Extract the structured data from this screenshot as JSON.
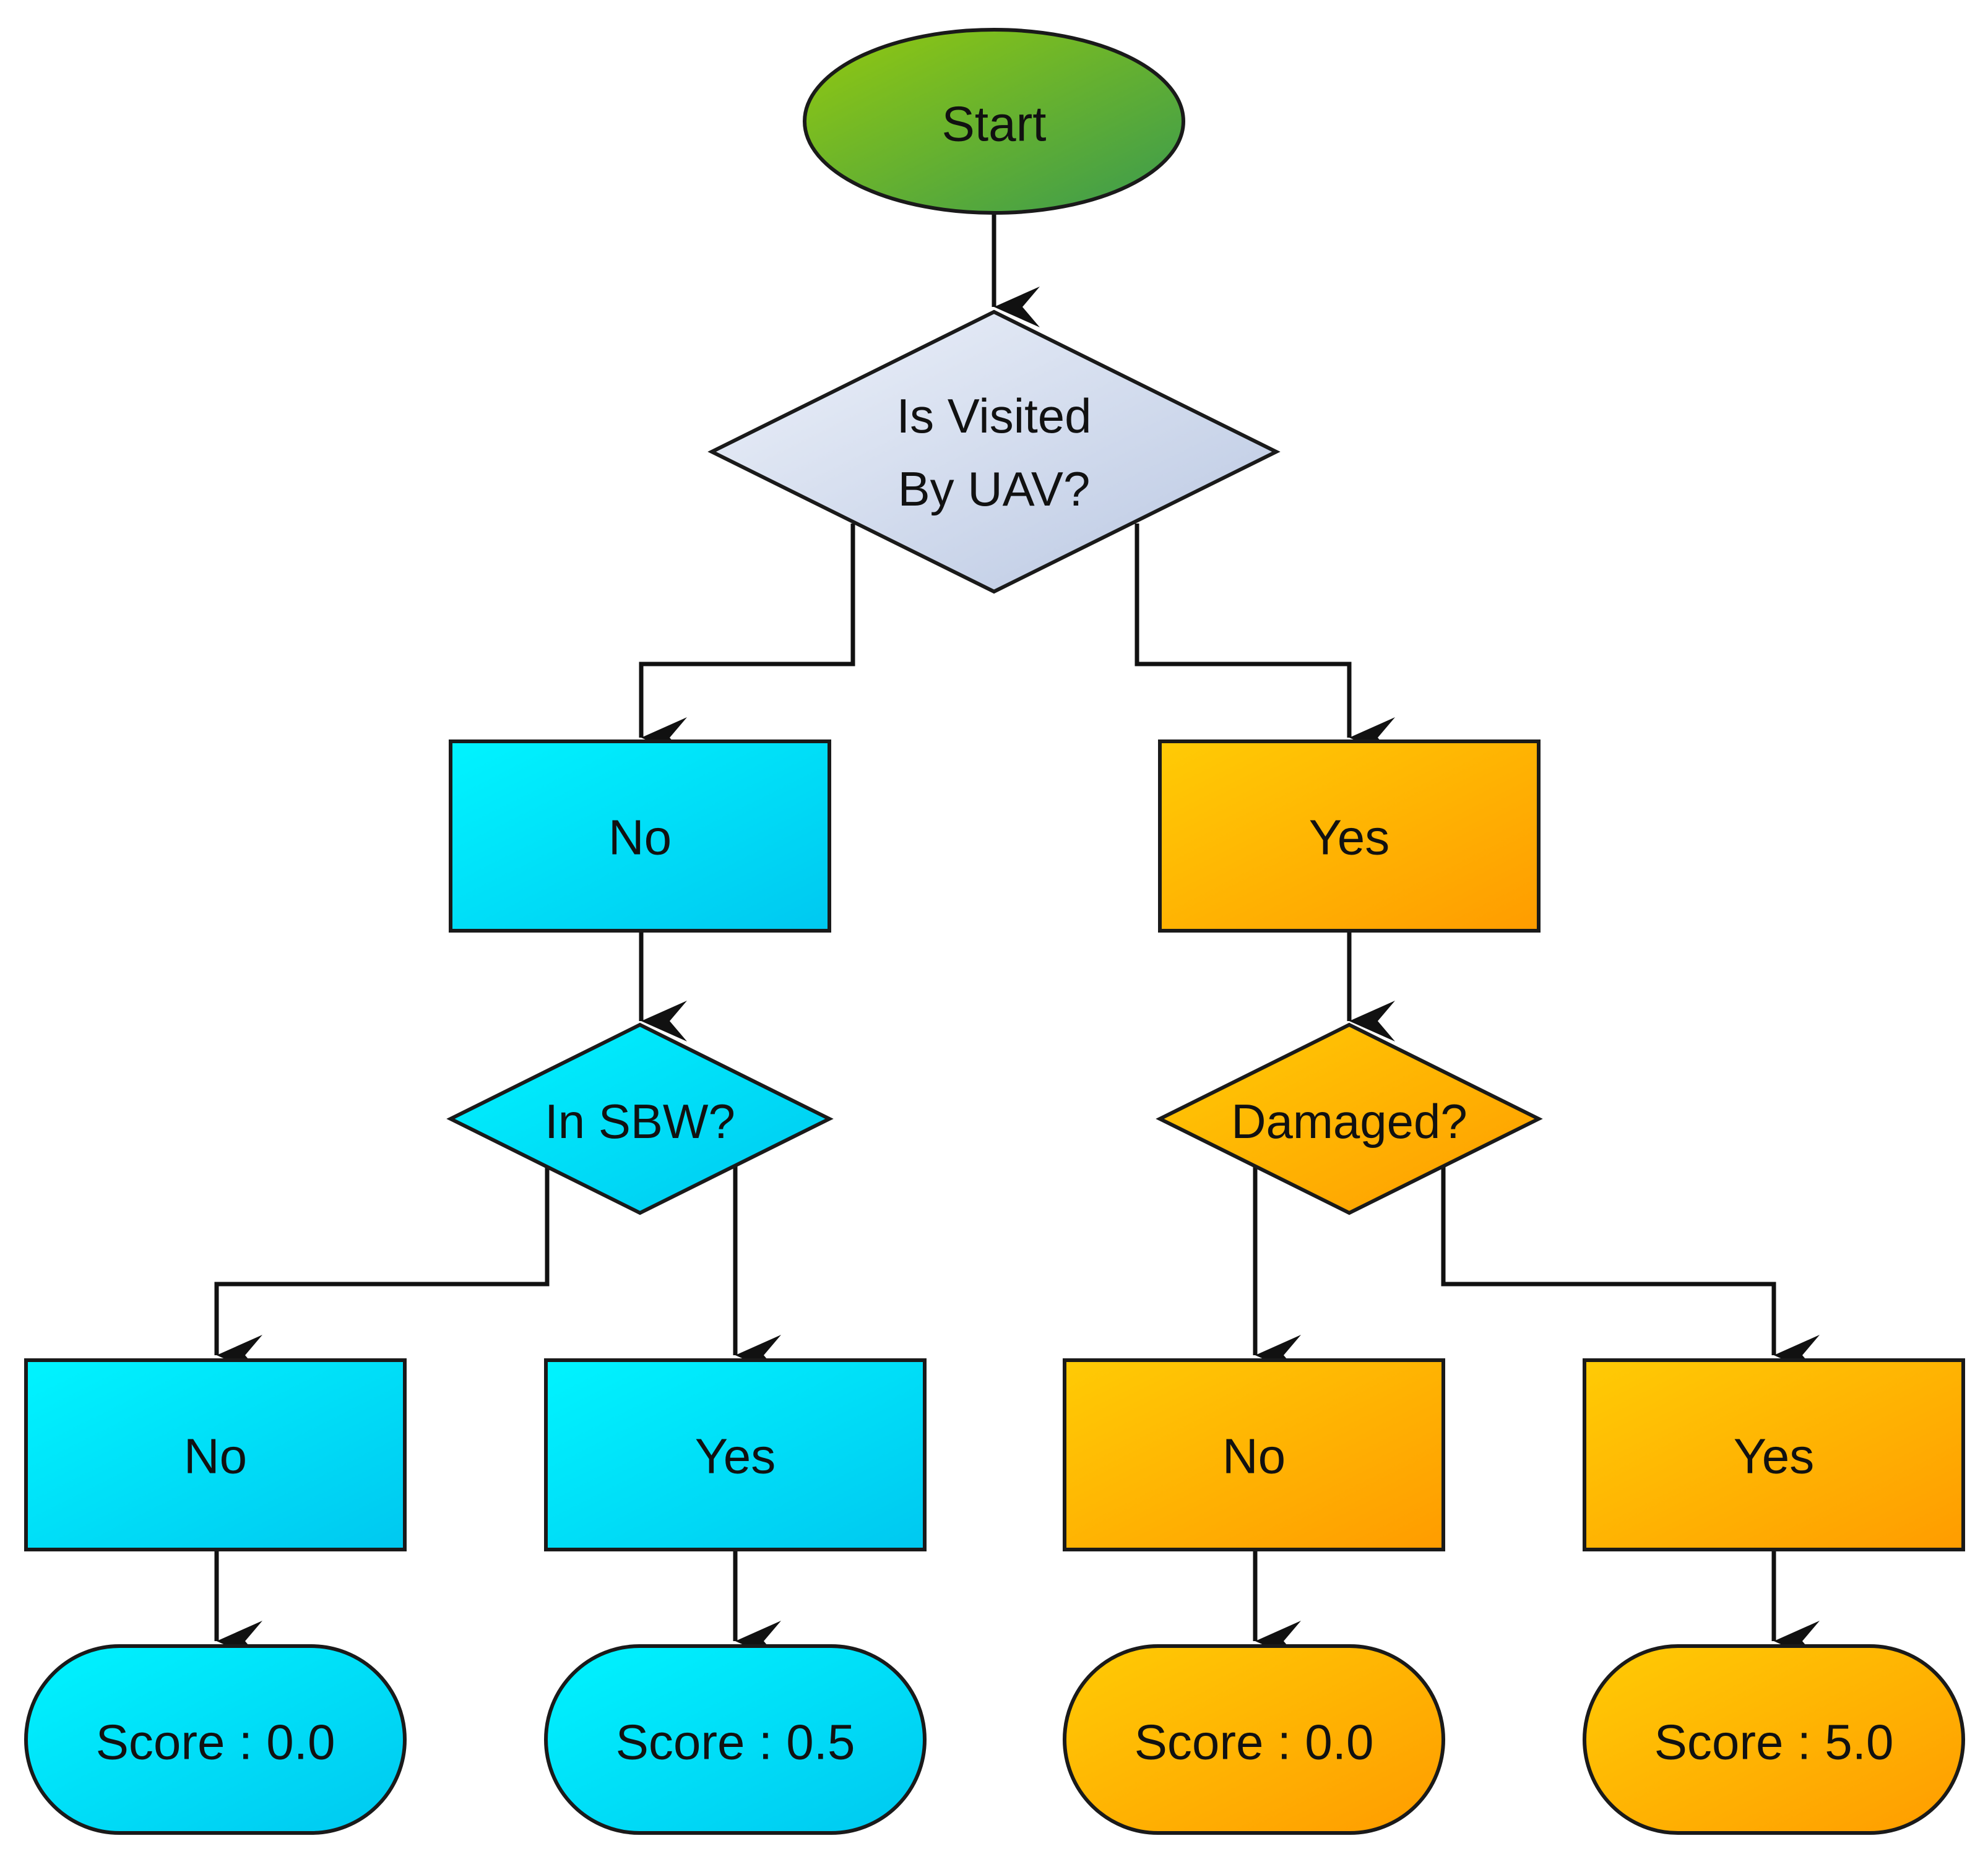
{
  "diagram": {
    "start": {
      "label": "Start"
    },
    "decision_visited": {
      "line1": "Is Visited",
      "line2": "By UAV?"
    },
    "left": {
      "branch_label": "No",
      "decision": "In SBW?",
      "no_label": "No",
      "yes_label": "Yes",
      "no_score": "Score : 0.0",
      "yes_score": "Score : 0.5"
    },
    "right": {
      "branch_label": "Yes",
      "decision": "Damaged?",
      "no_label": "No",
      "yes_label": "Yes",
      "no_score": "Score : 0.0",
      "yes_score": "Score : 5.0"
    }
  },
  "colors": {
    "start_from": "#93c90f",
    "start_to": "#3a9a4f",
    "decision_from": "#eef2fa",
    "decision_to": "#b9c7e2",
    "cyan_from": "#00f4ff",
    "cyan_to": "#00c8f0",
    "orange_from": "#ffcb05",
    "orange_to": "#ff9c00",
    "stroke": "#1a1a1a"
  }
}
